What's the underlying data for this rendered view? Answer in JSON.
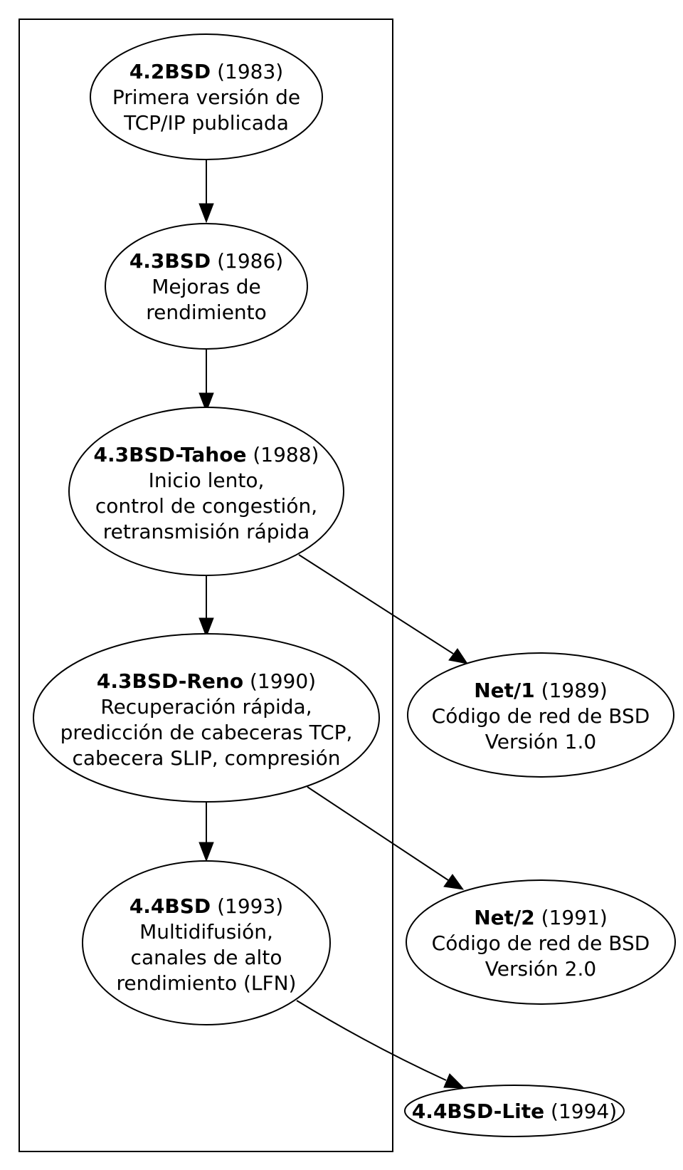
{
  "nodes": {
    "bsd42": {
      "name": "4.2BSD",
      "year": "(1983)",
      "lines": [
        "Primera versión de",
        "TCP/IP publicada"
      ]
    },
    "bsd43": {
      "name": "4.3BSD",
      "year": "(1986)",
      "lines": [
        "Mejoras de",
        "rendimiento"
      ]
    },
    "tahoe": {
      "name": "4.3BSD-Tahoe",
      "year": "(1988)",
      "lines": [
        "Inicio lento,",
        "control de congestión,",
        "retransmisión rápida"
      ]
    },
    "reno": {
      "name": "4.3BSD-Reno",
      "year": "(1990)",
      "lines": [
        "Recuperación rápida,",
        "predicción de cabeceras TCP,",
        "cabecera SLIP, compresión"
      ]
    },
    "bsd44": {
      "name": "4.4BSD",
      "year": "(1993)",
      "lines": [
        "Multidifusión,",
        "canales de alto",
        "rendimiento (LFN)"
      ]
    },
    "net1": {
      "name": "Net/1",
      "year": "(1989)",
      "lines": [
        "Código de red de BSD",
        "Versión 1.0"
      ]
    },
    "net2": {
      "name": "Net/2",
      "year": "(1991)",
      "lines": [
        "Código de red de BSD",
        "Versión 2.0"
      ]
    },
    "lite": {
      "name": "4.4BSD-Lite",
      "year": "(1994)",
      "lines": []
    }
  },
  "edges": [
    {
      "from": "bsd42",
      "to": "bsd43"
    },
    {
      "from": "bsd43",
      "to": "tahoe"
    },
    {
      "from": "tahoe",
      "to": "reno"
    },
    {
      "from": "tahoe",
      "to": "net1"
    },
    {
      "from": "reno",
      "to": "bsd44"
    },
    {
      "from": "reno",
      "to": "net2"
    },
    {
      "from": "bsd44",
      "to": "lite"
    }
  ]
}
